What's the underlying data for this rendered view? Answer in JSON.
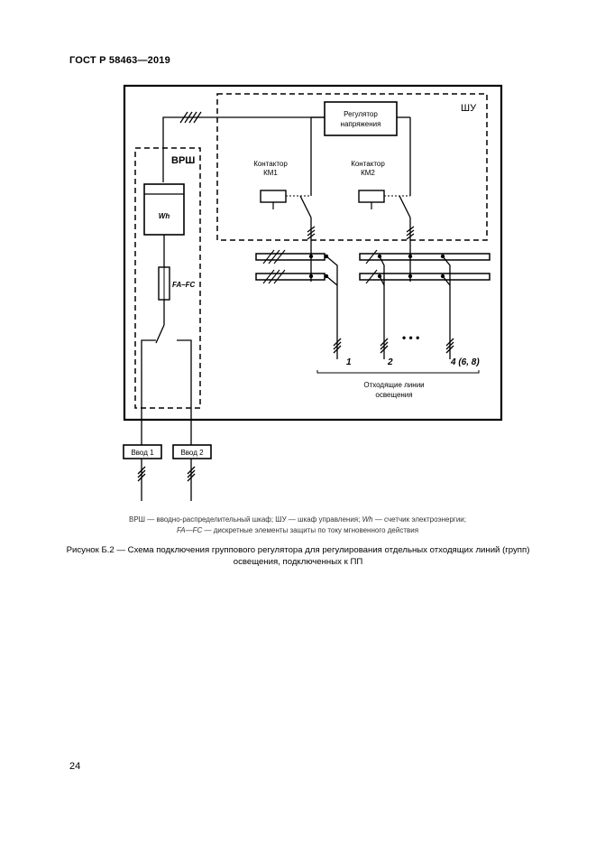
{
  "header": {
    "standard": "ГОСТ Р 58463—2019"
  },
  "diagram": {
    "vrsh_label": "ВРШ",
    "shu_label": "ШУ",
    "regulator_line1": "Регулятор",
    "regulator_line2": "напряжения",
    "km1_line1": "Контактор",
    "km1_line2": "КМ1",
    "km2_line1": "Контактор",
    "km2_line2": "КМ2",
    "meter_label": "Wh",
    "fuse_label": "FA–FC",
    "line_1": "1",
    "line_2": "2",
    "line_n": "4 (6, 8)",
    "ellipsis": "• • •",
    "outgoing_line1": "Отходящие линии",
    "outgoing_line2": "освещения",
    "input_1": "Ввод 1",
    "input_2": "Ввод 2"
  },
  "legend": {
    "line1_a": "ВРШ — вводно-распределительный шкаф; ШУ — шкаф управления;",
    "line1_wh": "Wh",
    "line1_b": "— счетчик электроэнергии;",
    "line2_fafc": "FA—FC",
    "line2_b": "— дискретные элементы защиты по току мгновенного действия"
  },
  "caption": {
    "line1": "Рисунок Б.2 — Схема подключения группового регулятора для регулирования отдельных отходящих линий (групп)",
    "line2": "освещения, подключенных к ПП"
  },
  "page_number": "24"
}
